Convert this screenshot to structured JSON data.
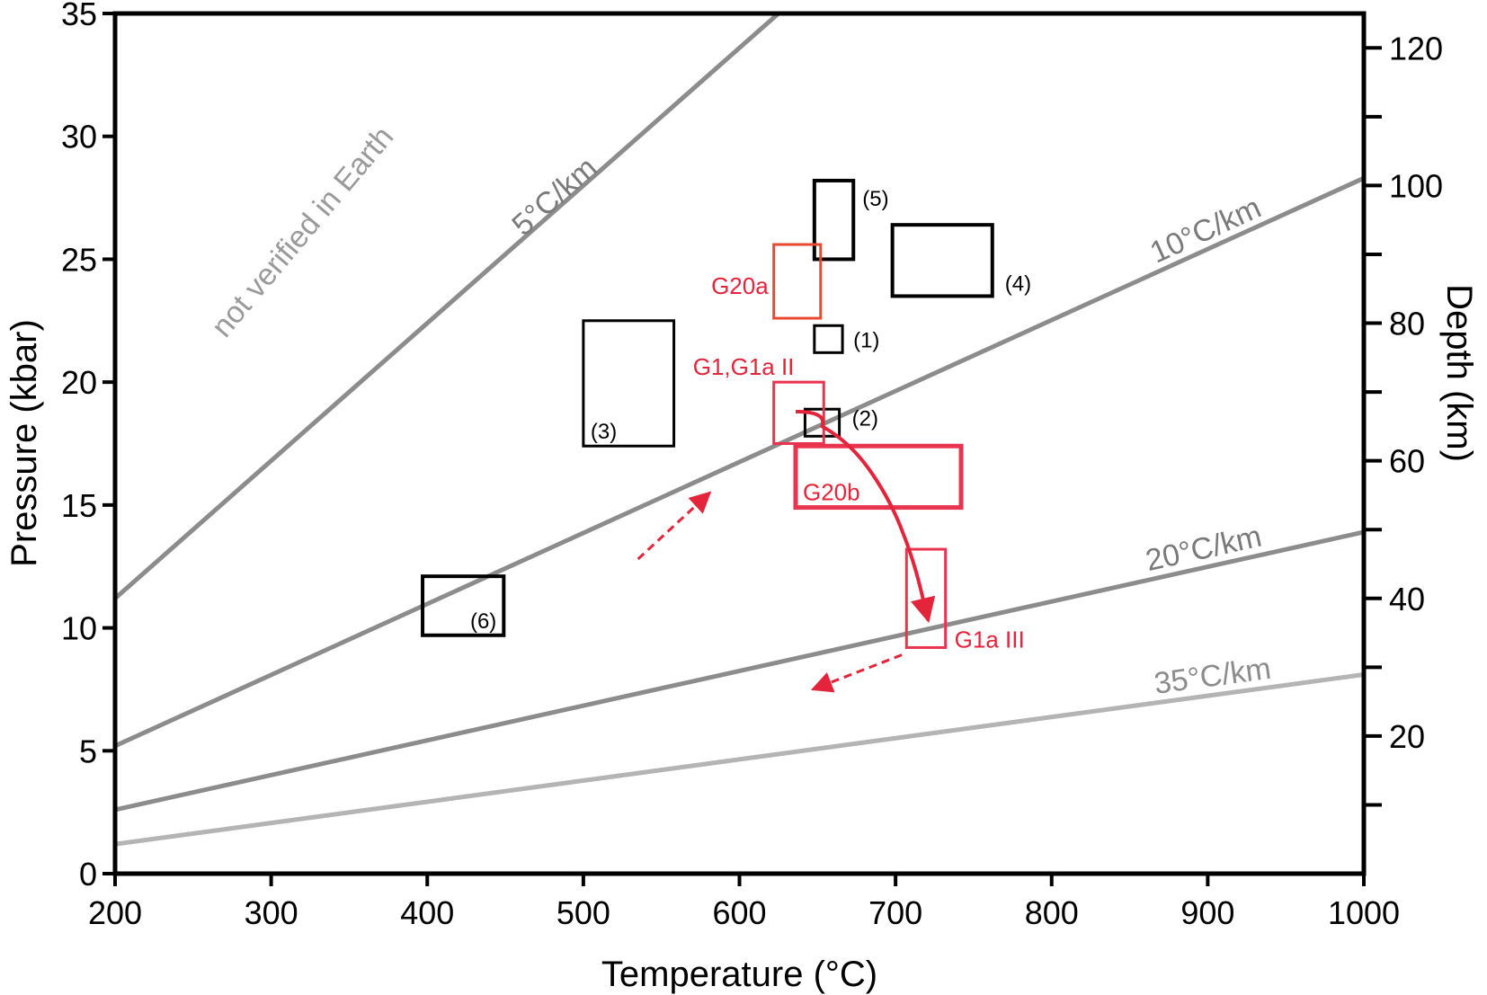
{
  "chart_data": {
    "type": "line",
    "xlabel": "Temperature (°C)",
    "ylabel": "Pressure (kbar)",
    "y2label": "Depth (km)",
    "xlim": [
      200,
      1000
    ],
    "ylim": [
      0,
      35
    ],
    "y2lim": [
      0,
      125
    ],
    "x_ticks": [
      "200",
      "300",
      "400",
      "500",
      "600",
      "700",
      "800",
      "900",
      "1000"
    ],
    "y_ticks": [
      "0",
      "5",
      "10",
      "15",
      "20",
      "25",
      "30",
      "35"
    ],
    "y2_ticks": [
      "20",
      "40",
      "60",
      "80",
      "100",
      "120"
    ],
    "y2_minor_ticks": [
      10,
      20,
      30,
      40,
      50,
      60,
      70,
      80,
      90,
      100,
      110,
      120
    ],
    "geotherms": [
      {
        "label": "5°C/km",
        "x": [
          200,
          625
        ],
        "y": [
          11.2,
          35
        ],
        "color": "#8c8c8c"
      },
      {
        "label": "10°C/km",
        "x": [
          200,
          1000
        ],
        "y": [
          5.2,
          28.3
        ],
        "color": "#8c8c8c"
      },
      {
        "label": "20°C/km",
        "x": [
          200,
          1000
        ],
        "y": [
          2.6,
          13.9
        ],
        "color": "#8c8c8c"
      },
      {
        "label": "35°C/km",
        "x": [
          200,
          1000
        ],
        "y": [
          1.2,
          8.1
        ],
        "color": "#b4b4b4"
      }
    ],
    "region_label": "not verified in Earth",
    "boxes": [
      {
        "label": "(1)",
        "x": [
          648,
          666
        ],
        "y": [
          21.2,
          22.3
        ],
        "color": "#000000"
      },
      {
        "label": "(2)",
        "x": [
          642,
          664
        ],
        "y": [
          17.8,
          18.9
        ],
        "color": "#000000"
      },
      {
        "label": "(3)",
        "x": [
          500,
          558
        ],
        "y": [
          17.4,
          22.5
        ],
        "color": "#000000"
      },
      {
        "label": "(4)",
        "x": [
          698,
          762
        ],
        "y": [
          23.5,
          26.4
        ],
        "color": "#000000"
      },
      {
        "label": "(5)",
        "x": [
          648,
          673
        ],
        "y": [
          25.0,
          28.2
        ],
        "color": "#000000"
      },
      {
        "label": "(6)",
        "x": [
          397,
          449
        ],
        "y": [
          9.7,
          12.1
        ],
        "color": "#000000"
      },
      {
        "label": "G20a",
        "x": [
          622,
          652
        ],
        "y": [
          22.6,
          25.6
        ],
        "color": "#e8492f"
      },
      {
        "label": "G1,G1a II",
        "x": [
          622,
          654
        ],
        "y": [
          17.5,
          20.0
        ],
        "color": "#e8344e"
      },
      {
        "label": "G20b",
        "x": [
          636,
          742
        ],
        "y": [
          14.9,
          17.4
        ],
        "color": "#e8344e"
      },
      {
        "label": "G1a III",
        "x": [
          707,
          732
        ],
        "y": [
          9.2,
          13.2
        ],
        "color": "#e8344e"
      }
    ],
    "accent_color": "#e3243b",
    "pt_path": {
      "x": [
        636,
        670,
        695,
        711,
        721
      ],
      "y": [
        18.8,
        17.6,
        15.4,
        12.9,
        10.3
      ]
    },
    "dashed_arrows": [
      {
        "from": [
          535,
          12.8
        ],
        "to": [
          581,
          15.5
        ]
      },
      {
        "from": [
          704,
          8.9
        ],
        "to": [
          647,
          7.5
        ]
      }
    ]
  }
}
